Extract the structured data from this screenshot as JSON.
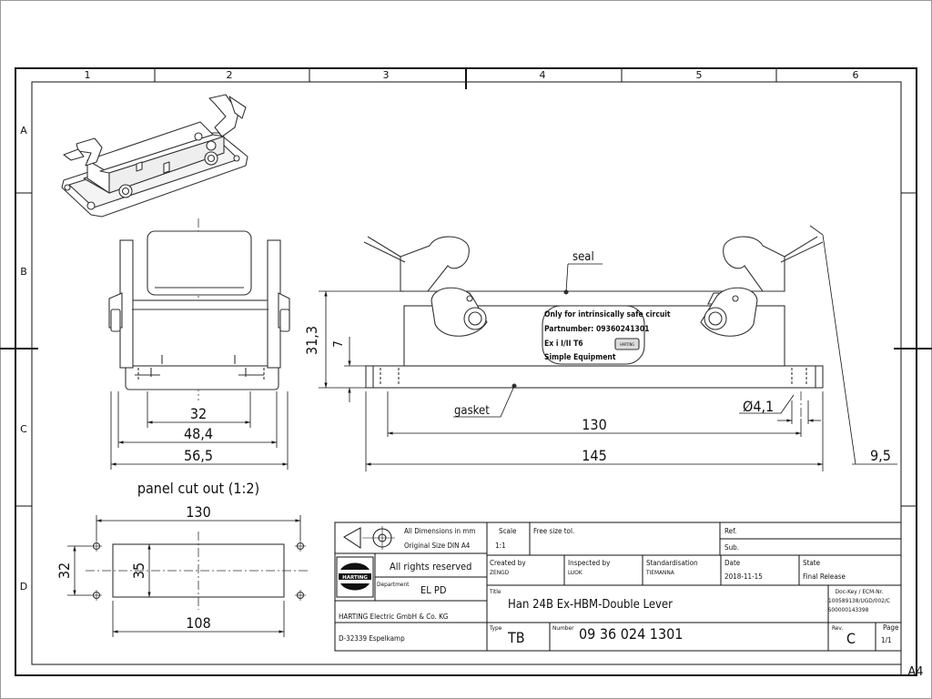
{
  "grid": {
    "columns": [
      "1",
      "2",
      "3",
      "4",
      "5",
      "6"
    ],
    "rows": [
      "A",
      "B",
      "C",
      "D"
    ]
  },
  "sheet_size": "A4",
  "labels": {
    "seal": "seal",
    "gasket": "gasket",
    "panel_cutout": "panel cut out (1:2)"
  },
  "dimensions": {
    "front_32": "32",
    "front_48_4": "48,4",
    "front_56_5": "56,5",
    "side_31_3": "31,3",
    "side_7": "7",
    "side_130": "130",
    "side_145": "145",
    "side_9_5": "9,5",
    "side_hole": "Ø4,1",
    "cut_130": "130",
    "cut_108": "108",
    "cut_32": "32",
    "cut_35": "35"
  },
  "product_label": {
    "line1": "Only for intrinsically safe circuit",
    "line2": "Partnumber: 09360241301",
    "line3": "Ex i I/II T6",
    "line4": "Simple Equipment",
    "logo": "HARTING"
  },
  "title_block": {
    "all_dims": "All Dimensions in mm",
    "orig_size": "Original Size DIN A4",
    "scale_label": "Scale",
    "scale_value": "1:1",
    "free_size": "Free size tol.",
    "ref": "Ref.",
    "sub": "Sub.",
    "all_rights": "All rights reserved",
    "logo_text": "HARTING",
    "created_by_label": "Created by",
    "created_by": "ZENGD",
    "inspected_by_label": "Inspected by",
    "inspected_by": "LUOK",
    "standardisation_label": "Standardisation",
    "standardisation": "TIEMANNA",
    "date_label": "Date",
    "date": "2018-11-15",
    "state_label": "State",
    "state": "Final Release",
    "department_label": "Department",
    "department": "EL PD",
    "title_label": "Title",
    "title": "Han 24B Ex-HBM-Double Lever",
    "doc_key_label": "Doc-Key / ECM-Nr.",
    "doc_key_1": "100589138/UGD/002/C",
    "doc_key_2": "S00000143398",
    "company": "HARTING Electric GmbH & Co. KG",
    "address": "D-32339 Espelkamp",
    "type_label": "Type",
    "type": "TB",
    "number_label": "Number",
    "number": "09 36 024 1301",
    "rev_label": "Rev.",
    "rev": "C",
    "page_label": "Page",
    "page": "1/1"
  }
}
